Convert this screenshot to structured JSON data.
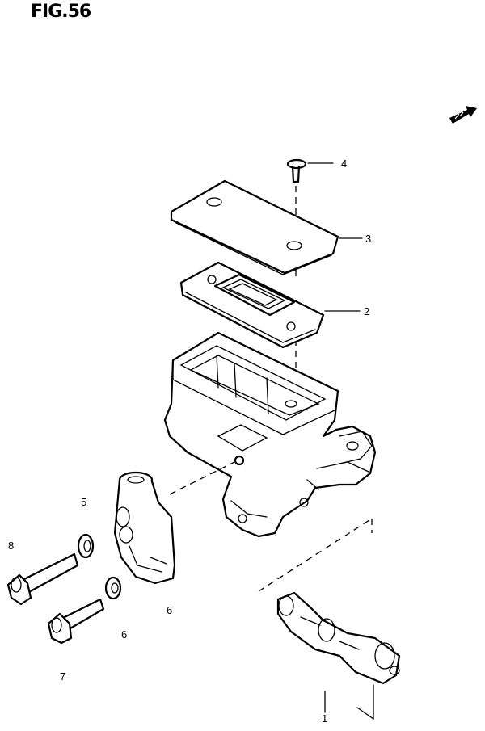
{
  "figure": {
    "title": "FIG.56"
  },
  "parts": [
    {
      "no": "1"
    },
    {
      "no": "2"
    },
    {
      "no": "3"
    },
    {
      "no": "4"
    },
    {
      "no": "5"
    },
    {
      "no": "6"
    },
    {
      "no": "7"
    },
    {
      "no": "8"
    }
  ],
  "icons": {
    "direction": "front-arrow-icon"
  }
}
